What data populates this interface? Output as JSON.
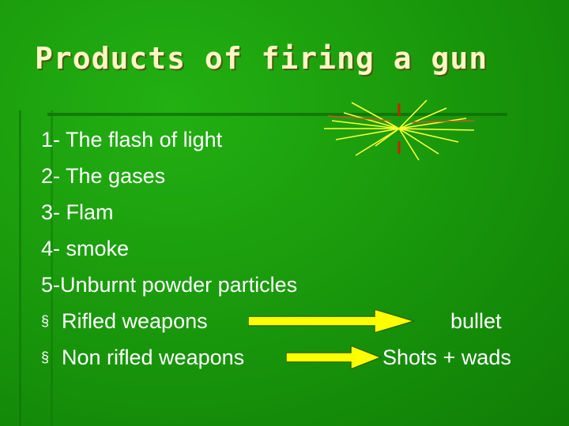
{
  "slide": {
    "title": "Products of firing a gun",
    "items": [
      "1- The flash of light",
      "2- The gases",
      "3- Flam",
      "4- smoke",
      "5-Unburnt powder particles"
    ],
    "bullet_symbol": "§",
    "bullets": [
      {
        "label": "Rifled weapons",
        "result": "bullet"
      },
      {
        "label": "Non rifled weapons",
        "result": "Shots + wads"
      }
    ],
    "flash_icon": "muzzle-flash-icon",
    "arrow_icon": "right-arrow-icon",
    "colors": {
      "background": "#1a9a0c",
      "title": "#fff7c4",
      "text": "#ffffff",
      "arrow": "#ffff00",
      "flash_rays": "#ffff33",
      "flash_red": "#cc2200"
    }
  }
}
